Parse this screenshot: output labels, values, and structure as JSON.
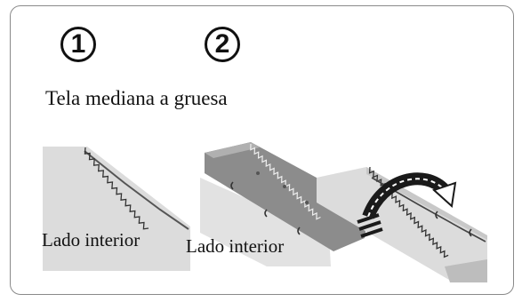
{
  "steps": [
    "1",
    "2"
  ],
  "heading": "Tela mediana a gruesa",
  "panels": [
    {
      "label": "Lado interior"
    },
    {
      "label": "Lado interior"
    }
  ],
  "colors": {
    "fabric_light": "#dcdcdc",
    "fabric_mid": "#c8c8c8",
    "fabric_dark": "#8c8c8c",
    "arrow": "#1a1a1a",
    "frame": "#8a8a8a"
  },
  "icons": [
    "curved-fold-arrow-icon"
  ]
}
